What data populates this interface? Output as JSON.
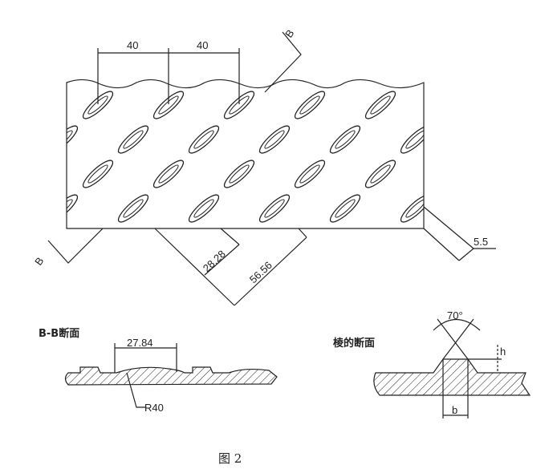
{
  "plan_view": {
    "dim_pitch_1": "40",
    "dim_pitch_2": "40",
    "section_mark_top": "B",
    "section_mark_bottom": "B",
    "dim_diag_1": "28.28",
    "dim_diag_2": "56.56",
    "dim_width": "5.5"
  },
  "section_bb": {
    "title": "B-B断面",
    "dim_width": "27.84",
    "radius": "R40"
  },
  "rib_section": {
    "title": "棱的断面",
    "angle": "70°",
    "height_label": "h",
    "width_label": "b"
  },
  "caption": "图 2"
}
